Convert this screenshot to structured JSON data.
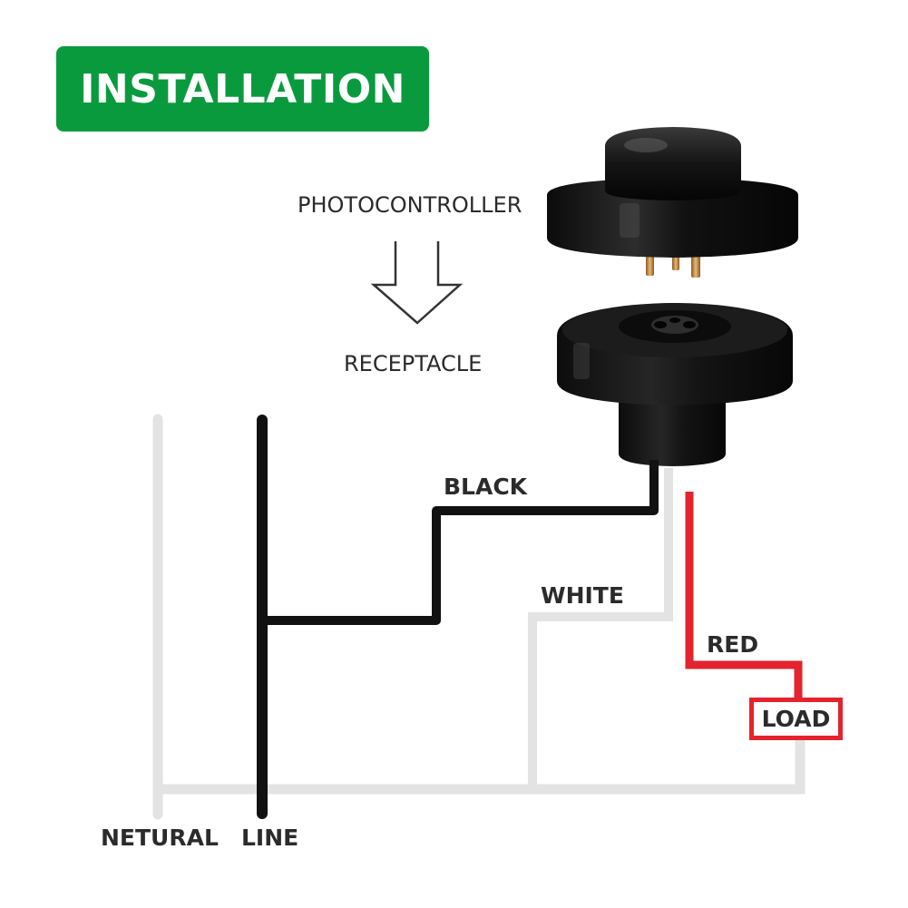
{
  "title": "INSTALLATION",
  "labels": {
    "photocontroller": "PHOTOCONTROLLER",
    "receptacle": "RECEPTACLE",
    "black": "BLACK",
    "white": "WHITE",
    "red": "RED",
    "load": "LOAD",
    "netural": "NETURAL",
    "line": "LINE"
  },
  "colors": {
    "banner": "#0a9a3e",
    "black_wire": "#111111",
    "white_wire": "#e3e3e3",
    "red_wire": "#e3232d",
    "device_body": "#1a1a1a"
  },
  "icons": {
    "arrow": "down-arrow-outline-icon"
  }
}
